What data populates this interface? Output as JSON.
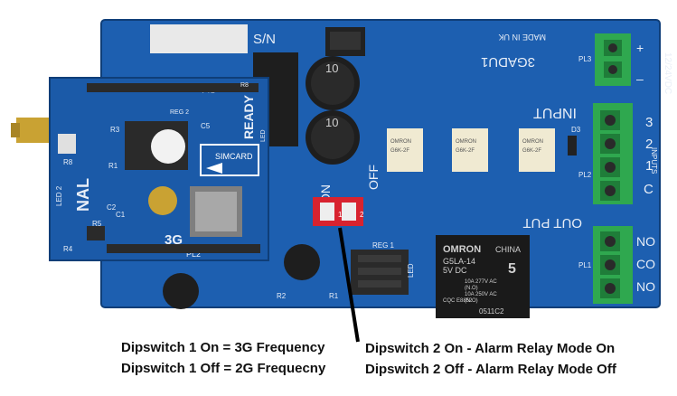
{
  "board": {
    "serial_label": "S/N",
    "made_in": "MADE IN UK",
    "model": "3GADU1",
    "power_header": "PL3",
    "power_rating": "12/24VDC",
    "power_plus": "+",
    "power_minus": "–",
    "input_label": "INPUT",
    "inputs_small": "INPUTS",
    "inputs_header": "PL2",
    "input_numbers": [
      "1",
      "2",
      "3"
    ],
    "input_common": "C",
    "output_label": "OUT PUT",
    "output_header": "PL1",
    "output_pins": [
      "NO",
      "CO",
      "NO"
    ],
    "dip_on": "ON",
    "dip_off": "OFF",
    "dip_numbers": [
      "1",
      "2"
    ],
    "regulator_label": "REG 1",
    "led_label": "LED",
    "diode_label": "D3",
    "r2_label": "R2",
    "r1_label": "R1",
    "capacitor_top": "10",
    "capacitor_bottom": "10"
  },
  "relay": {
    "brand": "OMRON",
    "country": "CHINA",
    "model": "G5LA-14",
    "voltage": "5V DC",
    "number": "5",
    "rating1": "10A 277V AC",
    "rating1b": "(N.O)",
    "rating2": "10A 250V AC",
    "rating2b": "(N.O)",
    "cert": "CQC  E8852",
    "code": "0511C2"
  },
  "signal_relays": [
    {
      "brand": "OMRON",
      "model": "G6K-2F"
    },
    {
      "brand": "OMRON",
      "model": "G6K-2F"
    },
    {
      "brand": "OMRON",
      "model": "G6K-2F"
    }
  ],
  "module": {
    "header_top": "PL1",
    "header_bottom": "PL2",
    "ready_label": "READY",
    "ready_led": "LED",
    "simcard_label": "SIMCARD",
    "type_label": "3G",
    "signal_label": "NAL",
    "led2_label": "LED 2",
    "r8_label": "R8",
    "r3_label": "R3",
    "r4_label": "R4",
    "r5_label": "R5",
    "r1_label": "R1",
    "c2_label": "C2",
    "c1_label": "C1",
    "c5_label": "C5",
    "ic_label": "REG 2",
    "r8b_label": "R8"
  },
  "captions": {
    "dip1_on": "Dipswitch 1 On = 3G Frequency",
    "dip1_off": "Dipswitch 1 Off =  2G Frequecny",
    "dip2_on": "Dipswitch 2 On - Alarm Relay Mode On",
    "dip2_off": "Dipswitch 2 Off - Alarm Relay Mode Off"
  },
  "colors": {
    "pcb": "#1d5fb0",
    "pcb_dark": "#164b8c",
    "terminal": "#2fa84f",
    "dip": "#d8232f",
    "relay": "#1a1a1a"
  }
}
